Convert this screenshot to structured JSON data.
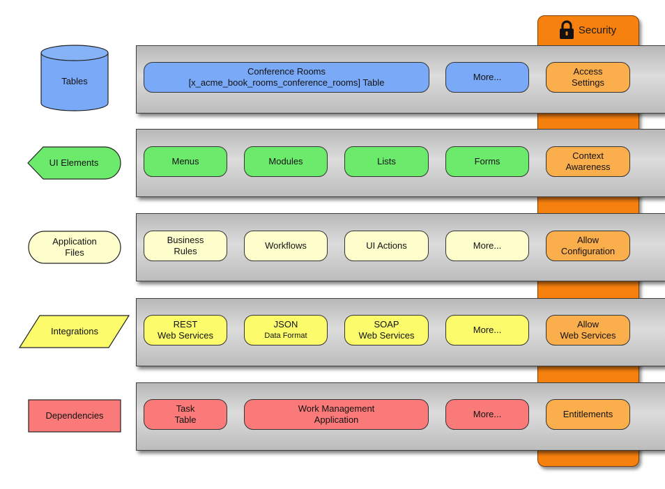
{
  "security": {
    "label": "Security",
    "color": "#f7810f",
    "icon": "lock-icon"
  },
  "layers": [
    {
      "category": "Tables",
      "shape": "cylinder",
      "color": "#7aa9f7",
      "items": [
        {
          "line1": "Conference Rooms",
          "line2": "[x_acme_book_rooms_conference_rooms] Table"
        },
        {
          "line1": "More...",
          "line2": ""
        }
      ],
      "security_item": {
        "line1": "Access",
        "line2": "Settings"
      }
    },
    {
      "category": "UI Elements",
      "shape": "display",
      "color": "#6cea6c",
      "items": [
        {
          "line1": "Menus",
          "line2": ""
        },
        {
          "line1": "Modules",
          "line2": ""
        },
        {
          "line1": "Lists",
          "line2": ""
        },
        {
          "line1": "Forms",
          "line2": ""
        }
      ],
      "security_item": {
        "line1": "Context",
        "line2": "Awareness"
      }
    },
    {
      "category_line1": "Application",
      "category_line2": "Files",
      "shape": "terminator",
      "color": "#fefdcc",
      "items": [
        {
          "line1": "Business",
          "line2": "Rules"
        },
        {
          "line1": "Workflows",
          "line2": ""
        },
        {
          "line1": "UI Actions",
          "line2": ""
        },
        {
          "line1": "More...",
          "line2": ""
        }
      ],
      "security_item": {
        "line1": "Allow",
        "line2": "Configuration"
      }
    },
    {
      "category": "Integrations",
      "shape": "parallelogram",
      "color": "#fbfb6b",
      "items": [
        {
          "line1": "REST",
          "line2": "Web Services"
        },
        {
          "line1": "JSON",
          "line2": "Data Format"
        },
        {
          "line1": "SOAP",
          "line2": "Web Services"
        },
        {
          "line1": "More...",
          "line2": ""
        }
      ],
      "security_item": {
        "line1": "Allow",
        "line2": "Web Services"
      }
    },
    {
      "category": "Dependencies",
      "shape": "rectangle",
      "color": "#fa7a7a",
      "items": [
        {
          "line1": "Task",
          "line2": "Table"
        },
        {
          "line1": "Work Management",
          "line2": "Application"
        },
        {
          "line1": "More...",
          "line2": ""
        }
      ],
      "security_item": {
        "line1": "",
        "line2": "Entitlements"
      }
    }
  ]
}
